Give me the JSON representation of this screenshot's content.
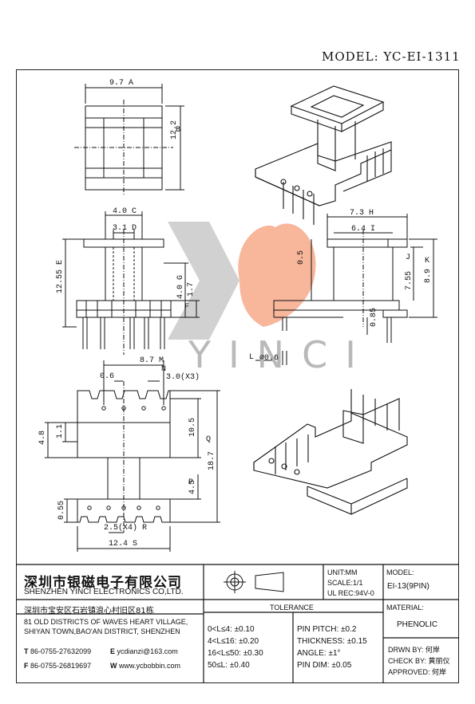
{
  "header": {
    "model_label": "MODEL: YC-EI-1311"
  },
  "watermark": {
    "text": "YINCI",
    "color_logo_left": "#c9c9c9",
    "color_logo_right": "#f4a07a"
  },
  "top_view": {
    "dim_width": "9.7",
    "tag_width": "A",
    "dim_height": "12.2",
    "tag_height": "B"
  },
  "front_view": {
    "dim_top": "4.0",
    "tag_top": "C",
    "dim_inner": "3.1",
    "tag_inner": "D",
    "dim_total": "12.55",
    "tag_total": "E",
    "dim_base": "1.7",
    "tag_base": "F",
    "dim_mid": "4.0",
    "tag_mid": "G"
  },
  "side_view": {
    "dim_top": "7.3",
    "tag_top": "H",
    "dim_inner": "6.4",
    "tag_inner": "I",
    "dim_flange": "0.5",
    "dim_j": "7.55",
    "tag_j": "J",
    "dim_k": "8.9",
    "tag_k": "K",
    "dim_pin_off": "0.85",
    "dim_pin_len": "L",
    "dim_pin_dia": "⌀0.6"
  },
  "bottom_view": {
    "dim_span": "8.7",
    "tag_span": "M",
    "dim_slot": "0.6",
    "dim_gap": "3.0(X3)",
    "tag_gap": "N",
    "dim_wall": "4.8",
    "dim_lip": "1.1",
    "dim_window": "10.5",
    "dim_total": "18.7",
    "tag_total": "Q",
    "dim_foot": "4.5",
    "tag_foot": "P",
    "dim_edge": "0.55",
    "dim_pitch": "2.5(X4)",
    "tag_pitch": "R",
    "dim_width": "12.4",
    "tag_width": "S"
  },
  "title_block": {
    "company_cn": "深圳市银磁电子有限公司",
    "company_en": "SHENZHEN YINCI ELECTRONICS CO,LTD.",
    "address_cn": "深圳市宝安区石岩镇浪心村旧区81栋",
    "address_en1": "81 OLD DISTRICTS OF WAVES HEART VILLAGE,",
    "address_en2": "SHIYAN TOWN,BAO'AN DISTRICT,  SHENZHEN",
    "tel_label": "T",
    "tel": "86-0755-27632099",
    "email_label": "E",
    "email": "ycdianzi@163.com",
    "fax_label": "F",
    "fax": "86-0755-26819697",
    "web_label": "W",
    "web": "www.ycbobbin.com",
    "unit": "UNIT:MM",
    "scale": "SCALE:1/1",
    "ul": "UL REC:94V-0",
    "model_caption": "MODEL:",
    "model_value": "EI-13(9PIN)",
    "tolerance_title": "TOLERANCE",
    "tolerances": [
      "0<L≤4: ±0.10",
      "4<L≤16: ±0.20",
      "16<L≤50: ±0.30",
      "50≤L: ±0.40"
    ],
    "specs": [
      "PIN PITCH: ±0.2",
      "THICKNESS: ±0.15",
      "ANGLE: ±1°",
      "PIN DIM: ±0.05"
    ],
    "material_caption": "MATERIAL:",
    "material_value": "PHENOLIC",
    "drawn": "DRWN BY: 何岸",
    "check": "CHECK BY: 黄丽仪",
    "approved": "APPROVED: 何岸"
  }
}
